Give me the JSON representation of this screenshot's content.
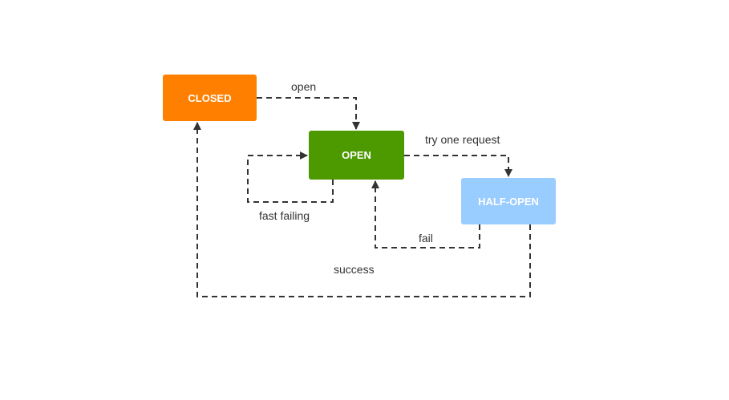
{
  "nodes": {
    "closed": {
      "label": "CLOSED",
      "color": "#ff7f00"
    },
    "open": {
      "label": "OPEN",
      "color": "#4d9900"
    },
    "half_open": {
      "label": "HALF-OPEN",
      "color": "#99ccff"
    }
  },
  "edges": {
    "closed_to_open": "open",
    "open_to_half_open": "try one request",
    "open_self_loop": "fast failing",
    "half_open_to_open": "fail",
    "half_open_to_closed": "success"
  },
  "edge_color": "#333333"
}
